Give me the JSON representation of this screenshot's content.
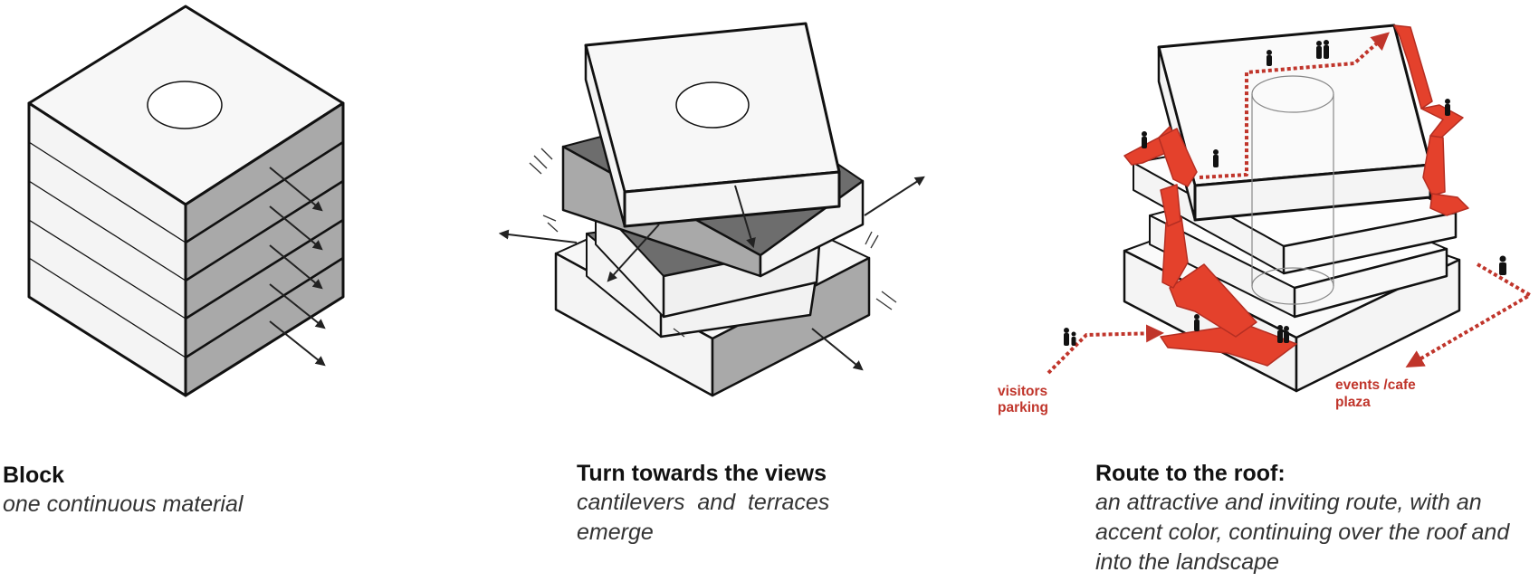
{
  "panels": [
    {
      "title": "Block",
      "subtitle": "one continuous material"
    },
    {
      "title": "Turn towards the views",
      "subtitle": "cantilevers  and  terraces emerge"
    },
    {
      "title": "Route to the roof:",
      "subtitle": "an attractive and inviting route, with an accent color, continuing over the roof and into the landscape"
    }
  ],
  "labels": {
    "visitors_line1": "visitors",
    "visitors_line2": "parking",
    "events_line1": "events /cafe",
    "events_line2": "plaza"
  },
  "colors": {
    "accent": "#e4412c",
    "accent_dark": "#c0352b",
    "line": "#111111",
    "shade": "#a9a9a9",
    "dark_shade": "#6d6d6d",
    "light": "#f4f4f4"
  }
}
